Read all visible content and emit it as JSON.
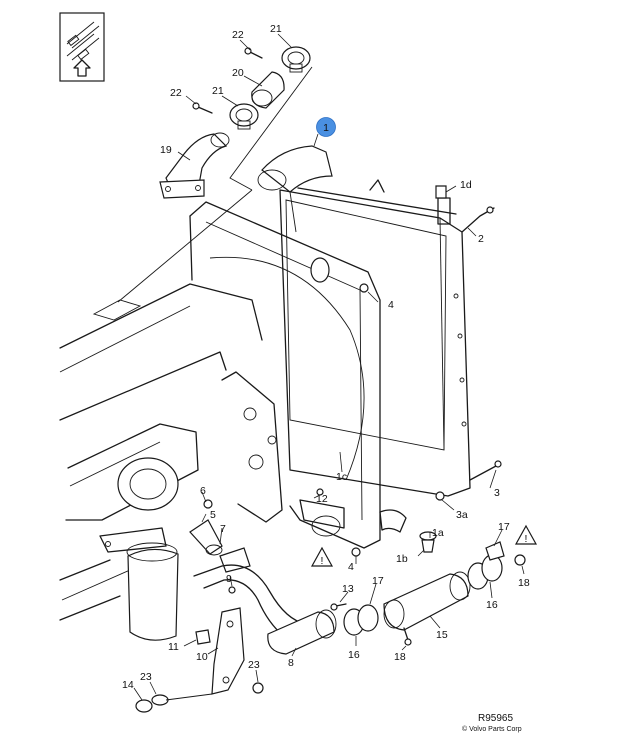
{
  "highlight_color": "#4a90e2",
  "highlight_label": "1",
  "callouts": [
    {
      "id": "c22a",
      "text": "22"
    },
    {
      "id": "c21a",
      "text": "21"
    },
    {
      "id": "c20",
      "text": "20"
    },
    {
      "id": "c22b",
      "text": "22"
    },
    {
      "id": "c21b",
      "text": "21"
    },
    {
      "id": "c19",
      "text": "19"
    },
    {
      "id": "c1d",
      "text": "1d"
    },
    {
      "id": "c2",
      "text": "2"
    },
    {
      "id": "c4a",
      "text": "4"
    },
    {
      "id": "c1c",
      "text": "1c"
    },
    {
      "id": "c12",
      "text": "12"
    },
    {
      "id": "c3",
      "text": "3"
    },
    {
      "id": "c3a",
      "text": "3a"
    },
    {
      "id": "c6",
      "text": "6"
    },
    {
      "id": "c5",
      "text": "5"
    },
    {
      "id": "c7",
      "text": "7"
    },
    {
      "id": "c1a",
      "text": "1a"
    },
    {
      "id": "c1b",
      "text": "1b"
    },
    {
      "id": "c4b",
      "text": "4"
    },
    {
      "id": "c17a",
      "text": "17"
    },
    {
      "id": "c18a",
      "text": "18"
    },
    {
      "id": "c16a",
      "text": "16"
    },
    {
      "id": "c9",
      "text": "9"
    },
    {
      "id": "c13",
      "text": "13"
    },
    {
      "id": "c17b",
      "text": "17"
    },
    {
      "id": "c15",
      "text": "15"
    },
    {
      "id": "c16b",
      "text": "16"
    },
    {
      "id": "c18b",
      "text": "18"
    },
    {
      "id": "c11",
      "text": "11"
    },
    {
      "id": "c10",
      "text": "10"
    },
    {
      "id": "c8",
      "text": "8"
    },
    {
      "id": "c23a",
      "text": "23"
    },
    {
      "id": "c14",
      "text": "14"
    },
    {
      "id": "c23b",
      "text": "23"
    }
  ],
  "warning_symbol": "!",
  "footer": {
    "reference": "R95965",
    "copyright": "© Volvo Parts Corp"
  }
}
